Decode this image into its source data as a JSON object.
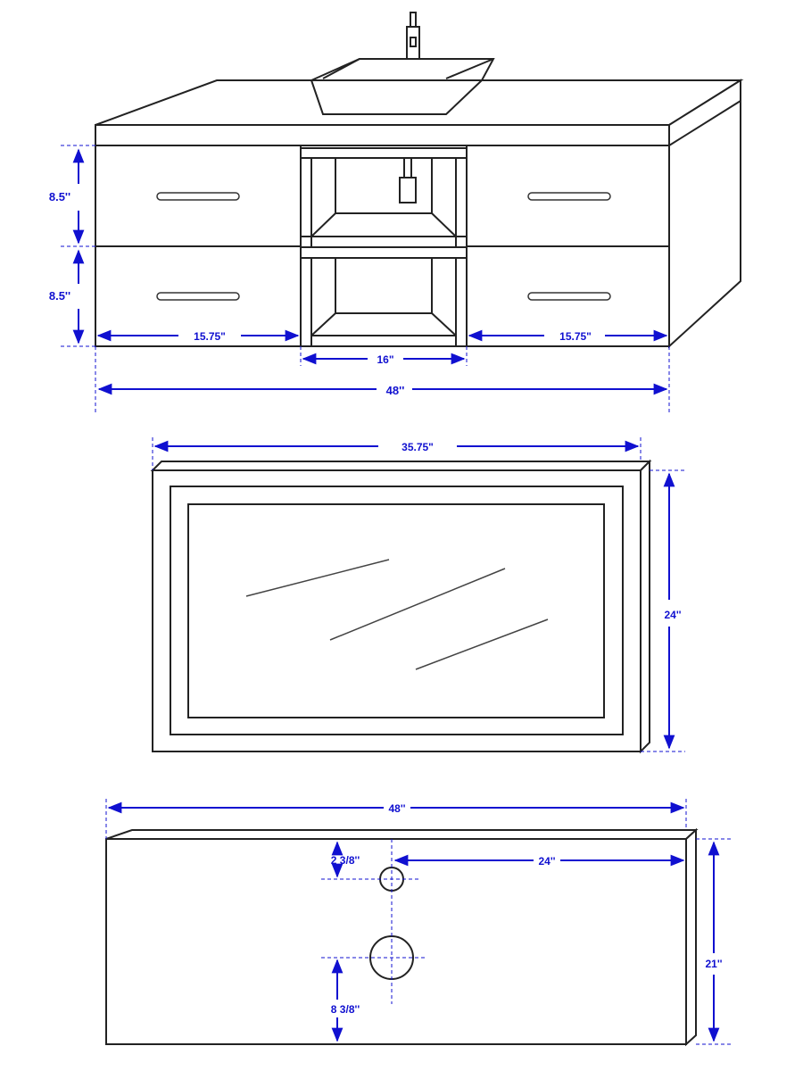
{
  "colors": {
    "dimension": "#1010d0",
    "outline": "#222222"
  },
  "vanity": {
    "drawer_height_top": "8.5''",
    "drawer_height_bottom": "8.5''",
    "left_width": "15.75\"",
    "center_width": "16\"",
    "right_width": "15.75\"",
    "total_width": "48''"
  },
  "mirror": {
    "width": "35.75\"",
    "height": "24''"
  },
  "countertop": {
    "width": "48''",
    "faucet_offset_right": "24''",
    "faucet_offset_top": "2  3/8''",
    "drain_offset_bottom": "8  3/8''",
    "depth": "21''"
  }
}
